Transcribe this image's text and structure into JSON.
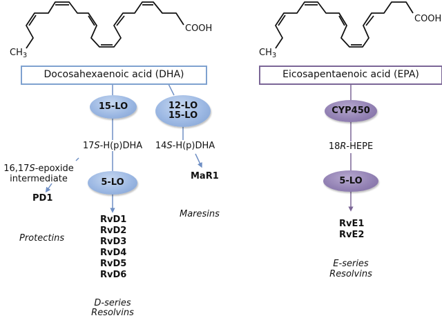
{
  "structures": {
    "dha": {
      "methyl_label": "CH",
      "methyl_sub": "3",
      "acid_label": "COOH"
    },
    "epa": {
      "methyl_label": "CH",
      "methyl_sub": "3",
      "acid_label": "COOH"
    }
  },
  "dha_pathway": {
    "source_label": "Docosahexaenoic acid (DHA)",
    "enzyme_15lo": "15-LO",
    "enzyme_12lo_line1": "12-LO",
    "enzyme_12lo_line2": "15-LO",
    "intermediate_17s_prefix": "17",
    "intermediate_17s_italic": "S",
    "intermediate_17s_suffix": "-H(p)DHA",
    "intermediate_14s_prefix": "14",
    "intermediate_14s_italic": "S",
    "intermediate_14s_suffix": "-H(p)DHA",
    "epoxide_line1_prefix": "16,17",
    "epoxide_line1_italic": "S",
    "epoxide_line1_suffix": "-epoxide",
    "epoxide_line2": "intermediate",
    "enzyme_5lo": "5-LO",
    "protectin_product": "PD1",
    "maresin_product": "MaR1",
    "protectins_label": "Protectins",
    "maresins_label": "Maresins",
    "d_series_products": [
      "RvD1",
      "RvD2",
      "RvD3",
      "RvD4",
      "RvD5",
      "RvD6"
    ],
    "d_series_label_line1": "D-series",
    "d_series_label_line2": "Resolvins"
  },
  "epa_pathway": {
    "source_label": "Eicosapentaenoic acid (EPA)",
    "enzyme_cyp450": "CYP450",
    "intermediate_prefix": "18",
    "intermediate_italic": "R",
    "intermediate_suffix": "-HEPE",
    "enzyme_5lo": "5-LO",
    "e_series_products": [
      "RvE1",
      "RvE2"
    ],
    "e_series_label_line1": "E-series",
    "e_series_label_line2": "Resolvins"
  },
  "colors": {
    "dha_accent": "#7ea1cf",
    "epa_accent": "#7a6596",
    "connector_blue": "#6f8fc4",
    "connector_purple": "#7a6596"
  }
}
